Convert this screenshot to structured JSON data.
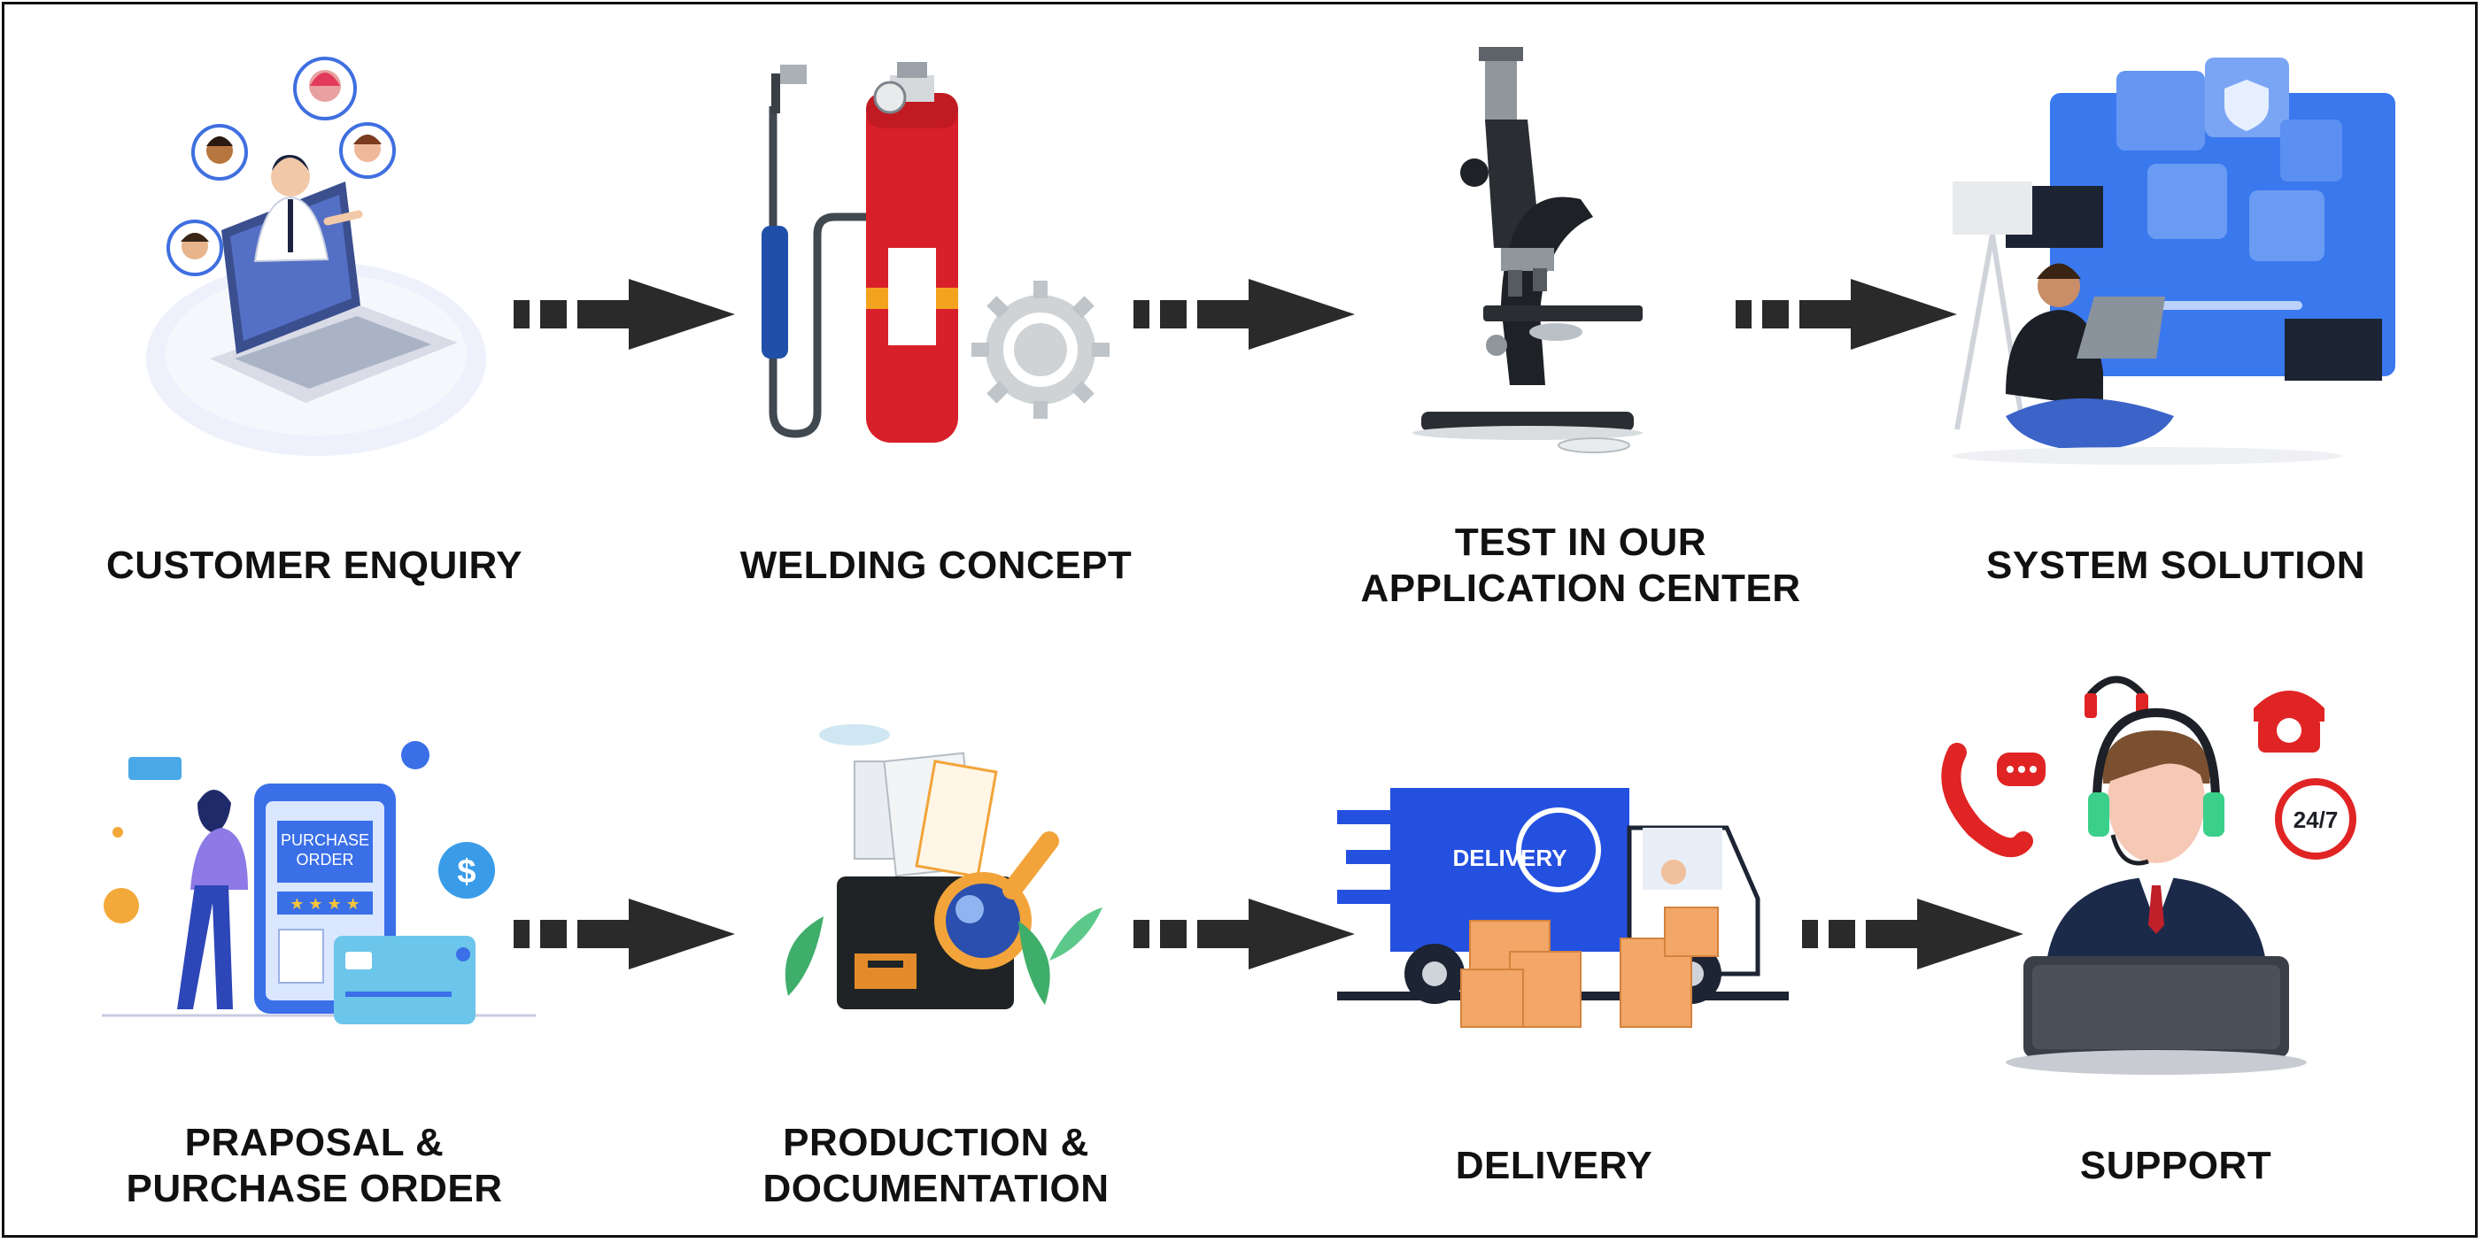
{
  "steps": [
    {
      "id": "customer-enquiry",
      "lines": [
        "CUSTOMER ENQUIRY"
      ],
      "icon": "customer-enquiry-illustration"
    },
    {
      "id": "welding-concept",
      "lines": [
        "WELDING CONCEPT"
      ],
      "icon": "welding-torch-illustration"
    },
    {
      "id": "test-application-center",
      "lines": [
        "TEST IN OUR",
        "APPLICATION CENTER"
      ],
      "icon": "microscope-illustration"
    },
    {
      "id": "system-solution",
      "lines": [
        "SYSTEM SOLUTION"
      ],
      "icon": "system-dashboard-illustration"
    },
    {
      "id": "proposal-purchase-order",
      "lines": [
        "PRAPOSAL &",
        "PURCHASE ORDER"
      ],
      "icon": "purchase-order-illustration"
    },
    {
      "id": "production-documentation",
      "lines": [
        "PRODUCTION &",
        "DOCUMENTATION"
      ],
      "icon": "documents-illustration"
    },
    {
      "id": "delivery",
      "lines": [
        "DELIVERY"
      ],
      "icon": "delivery-truck-illustration"
    },
    {
      "id": "support",
      "lines": [
        "SUPPORT"
      ],
      "icon": "support-agent-illustration"
    }
  ],
  "illustration_text": {
    "purchase_order": [
      "PURCHASE",
      "ORDER"
    ],
    "truck": "DELIVERY",
    "clock": "24/7",
    "currency": "$"
  },
  "colors": {
    "arrow": "#2a2a2a",
    "text": "#111111",
    "blue": "#2f6ee8",
    "red": "#e02424",
    "orange": "#f2a43a"
  }
}
